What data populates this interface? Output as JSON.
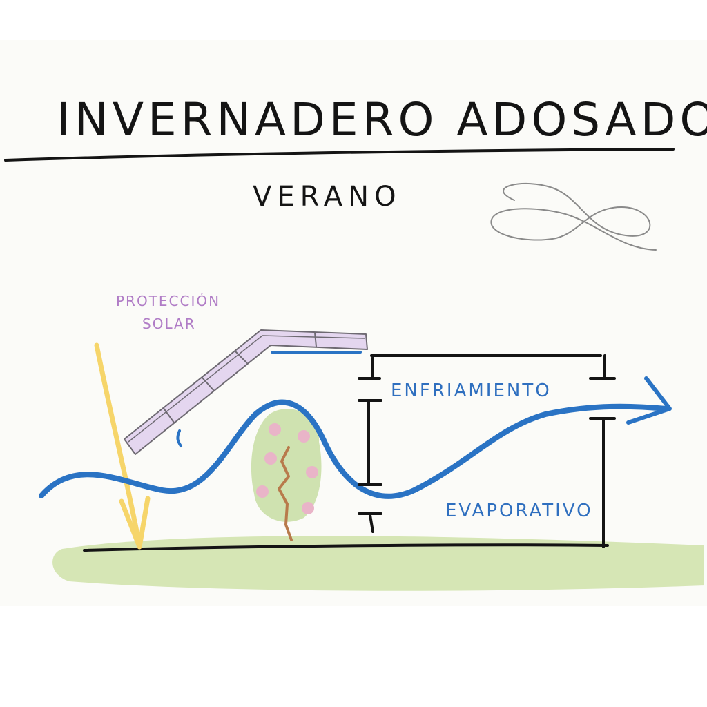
{
  "title": "INVERNADERO ADOSADO",
  "subtitle": "VERANO",
  "labels": {
    "solar_protection_line1": "PROTECCIÓN",
    "solar_protection_line2": "SOLAR",
    "cooling_line1": "ENFRIAMIENTO",
    "cooling_line2": "EVAPORATIVO"
  },
  "colors": {
    "ink": "#141414",
    "airflow_blue": "#2a73c4",
    "label_blue": "#2f6fbf",
    "label_purple": "#b07cc6",
    "panel_fill": "#e4d6ef",
    "panel_stroke": "#6e6a72",
    "sun_ray": "#f6d56a",
    "ground": "#d6e6b5",
    "shrub": "#cfe2b0",
    "blossom": "#e9b4c8",
    "trunk": "#b87a4b"
  },
  "icons": {
    "sun_ray": "sun-ray-arrow",
    "airflow": "airflow-arrow",
    "tree": "tree-icon",
    "wind_loop": "wind-loop-icon"
  }
}
